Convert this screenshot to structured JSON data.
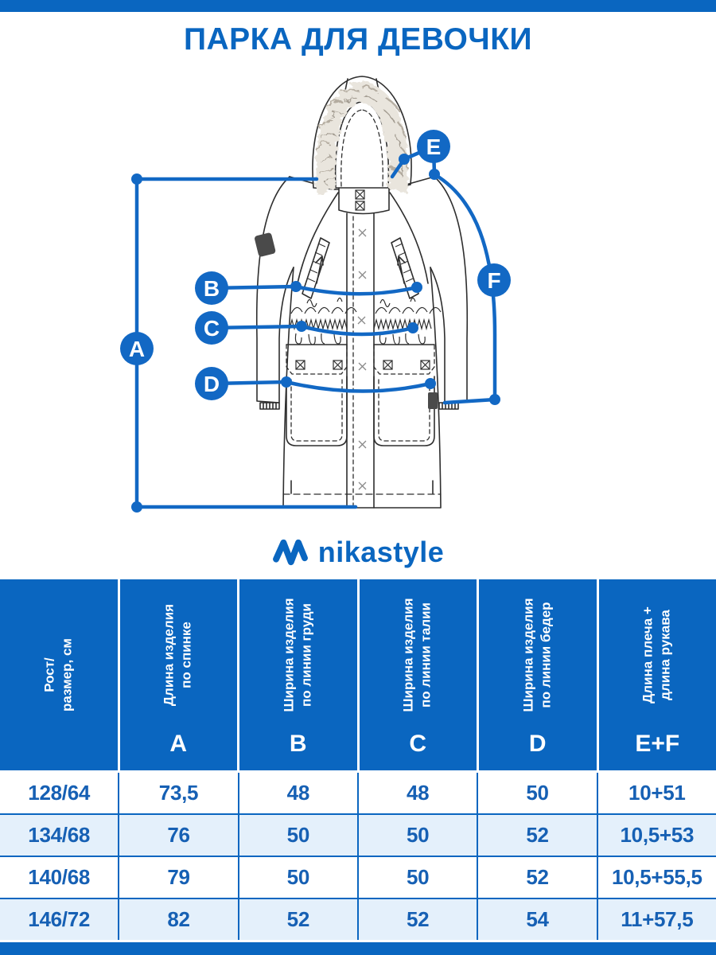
{
  "page": {
    "title": "ПАРКА ДЛЯ ДЕВОЧКИ"
  },
  "brand": {
    "name": "nikastyle"
  },
  "colors": {
    "primary": "#0A66C0",
    "measure_line": "#1268C4",
    "value_text": "#1660B4",
    "row_alt": "#E4F0FB",
    "fur": "#E9E5DD"
  },
  "diagram": {
    "labels": {
      "A": "A",
      "B": "B",
      "C": "C",
      "D": "D",
      "E": "E",
      "F": "F"
    }
  },
  "table": {
    "columns": [
      {
        "label_lines": [
          "Рост/",
          "размер, см"
        ],
        "letter": ""
      },
      {
        "label_lines": [
          "Длина изделия",
          "по спинке"
        ],
        "letter": "A"
      },
      {
        "label_lines": [
          "Ширина изделия",
          "по линии груди"
        ],
        "letter": "B"
      },
      {
        "label_lines": [
          "Ширина изделия",
          "по линии талии"
        ],
        "letter": "C"
      },
      {
        "label_lines": [
          "Ширина изделия",
          "по линии бедер"
        ],
        "letter": "D"
      },
      {
        "label_lines": [
          "Длина плеча +",
          "длина рукава"
        ],
        "letter": "E+F"
      }
    ],
    "rows": [
      [
        "128/64",
        "73,5",
        "48",
        "48",
        "50",
        "10+51"
      ],
      [
        "134/68",
        "76",
        "50",
        "50",
        "52",
        "10,5+53"
      ],
      [
        "140/68",
        "79",
        "50",
        "50",
        "52",
        "10,5+55,5"
      ],
      [
        "146/72",
        "82",
        "52",
        "52",
        "54",
        "11+57,5"
      ]
    ]
  },
  "chart_data": {
    "type": "table",
    "title": "ПАРКА ДЛЯ ДЕВОЧКИ — размерная сетка",
    "columns": [
      "Рост/размер, см",
      "A: Длина изделия по спинке",
      "B: Ширина изделия по линии груди",
      "C: Ширина изделия по линии талии",
      "D: Ширина изделия по линии бедер",
      "E+F: Длина плеча + длина рукава"
    ],
    "rows": [
      [
        "128/64",
        "73,5",
        "48",
        "48",
        "50",
        "10+51"
      ],
      [
        "134/68",
        "76",
        "50",
        "50",
        "52",
        "10,5+53"
      ],
      [
        "140/68",
        "79",
        "50",
        "50",
        "52",
        "10,5+55,5"
      ],
      [
        "146/72",
        "82",
        "52",
        "52",
        "54",
        "11+57,5"
      ]
    ]
  }
}
